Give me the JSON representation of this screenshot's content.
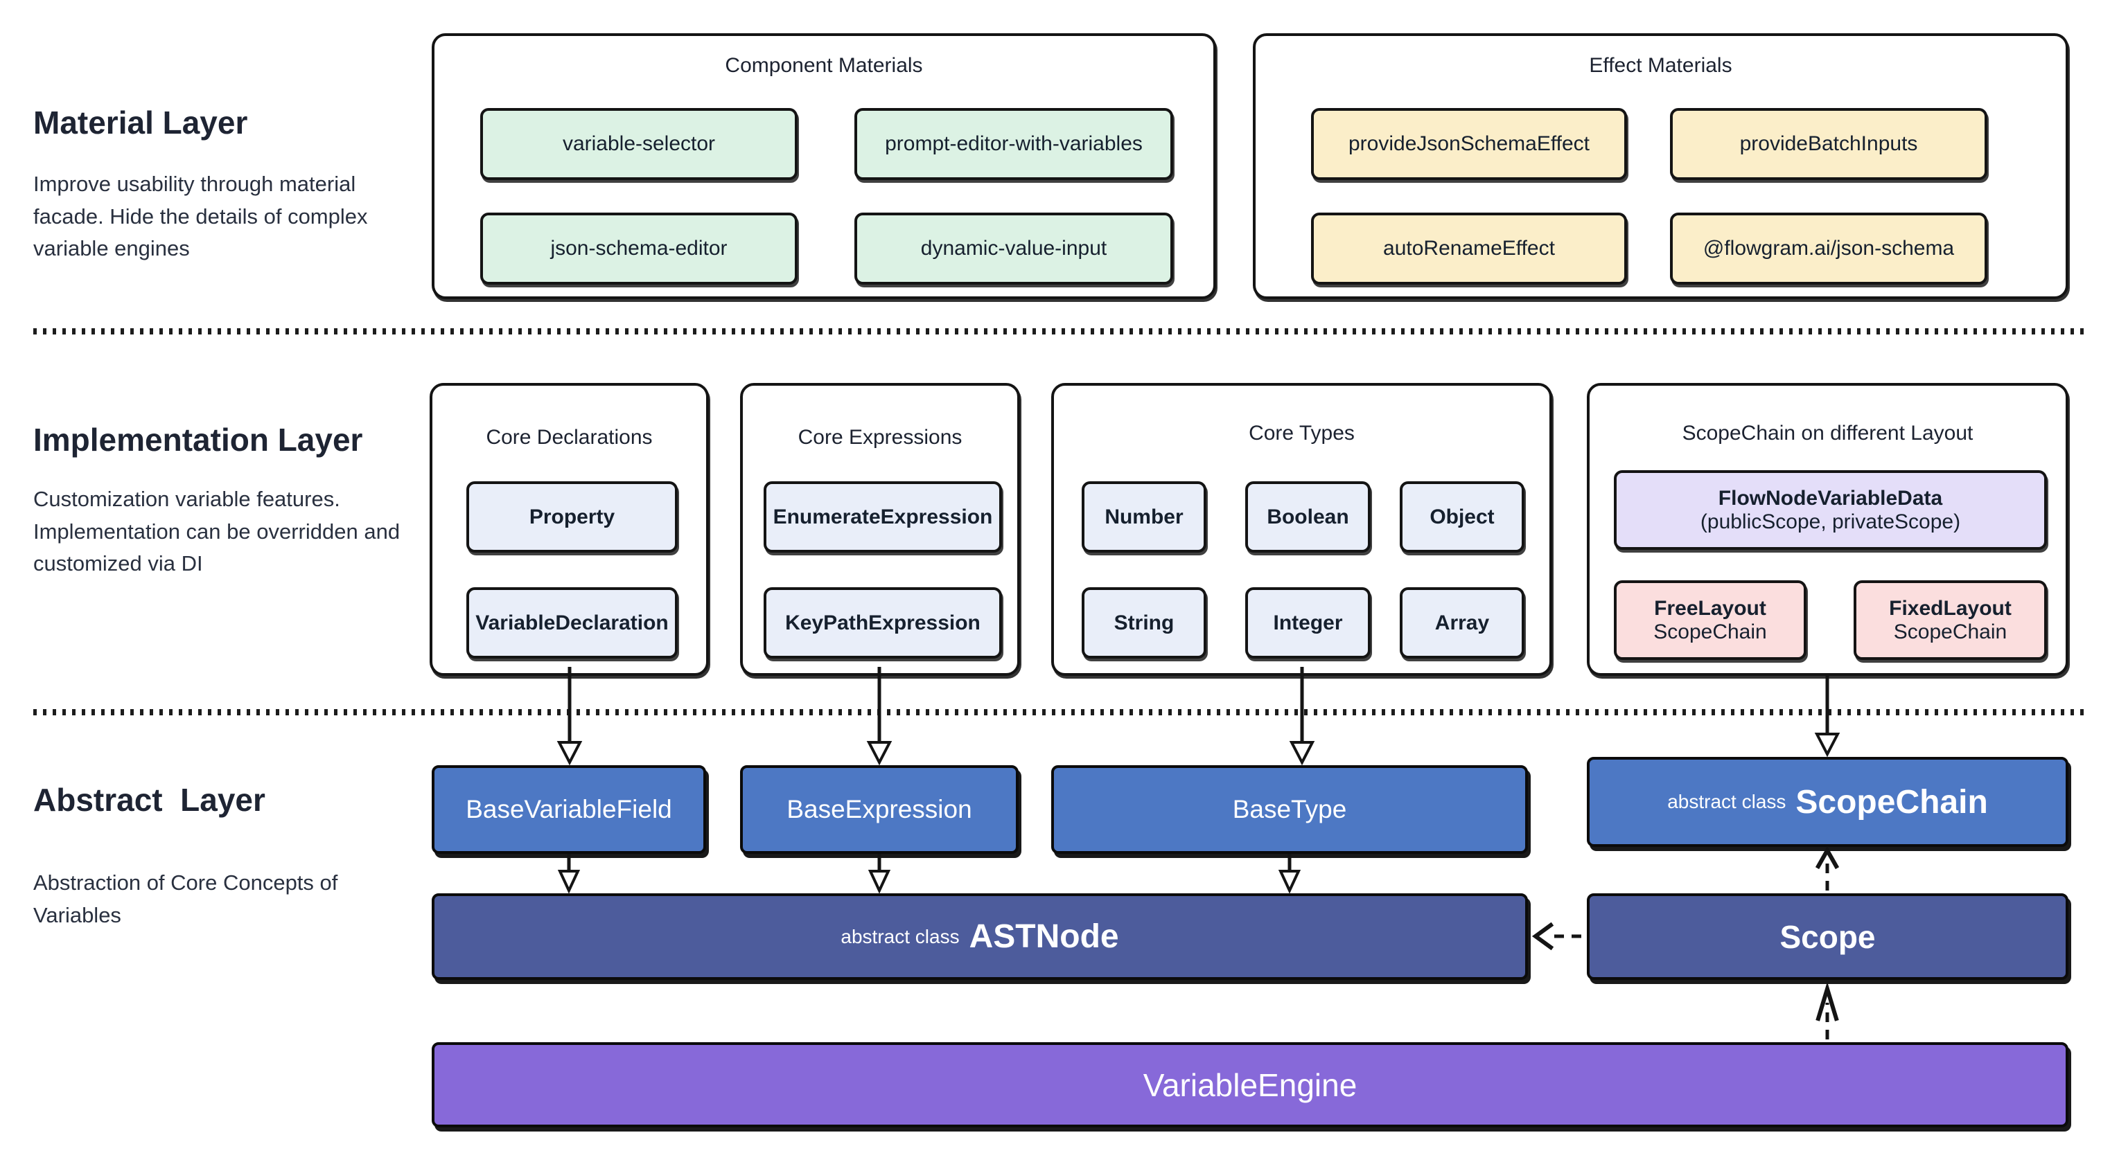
{
  "colors": {
    "mint": "#dcf2e4",
    "cream": "#fbeec9",
    "ice": "#e9eef9",
    "lavender": "#e4def9",
    "pink": "#fbdede",
    "blue": "#4d78c4",
    "slate": "#4d5c9c",
    "purple": "#8769d9",
    "ink": "#141414",
    "text": "#1d2433"
  },
  "material": {
    "title": "Material Layer",
    "description": "Improve usability through material facade. Hide the details of complex variable engines",
    "component_group": {
      "title": "Component Materials",
      "items": [
        "variable-selector",
        "prompt-editor-with-variables",
        "json-schema-editor",
        "dynamic-value-input"
      ]
    },
    "effect_group": {
      "title": "Effect Materials",
      "items": [
        "provideJsonSchemaEffect",
        "provideBatchInputs",
        "autoRenameEffect",
        "@flowgram.ai/json-schema"
      ]
    }
  },
  "implementation": {
    "title": "Implementation Layer",
    "description": "Customization variable features. Implementation can be overridden and customized via DI",
    "core_declarations": {
      "title": "Core Declarations",
      "items": [
        "Property",
        "VariableDeclaration"
      ]
    },
    "core_expressions": {
      "title": "Core Expressions",
      "items": [
        "EnumerateExpression",
        "KeyPathExpression"
      ]
    },
    "core_types": {
      "title": "Core Types",
      "items": [
        "Number",
        "Boolean",
        "Object",
        "String",
        "Integer",
        "Array"
      ]
    },
    "scope_layout": {
      "title": "ScopeChain on different Layout",
      "flow_node": {
        "name": "FlowNodeVariableData",
        "sub": "(publicScope, privateScope)"
      },
      "free_layout": {
        "name": "FreeLayout",
        "sub": "ScopeChain"
      },
      "fixed_layout": {
        "name": "FixedLayout",
        "sub": "ScopeChain"
      }
    }
  },
  "abstract": {
    "title": "Abstract  Layer",
    "description": "Abstraction of Core Concepts of Variables",
    "base_variable_field": "BaseVariableField",
    "base_expression": "BaseExpression",
    "base_type": "BaseType",
    "scope_chain": {
      "prefix": "abstract class",
      "name": "ScopeChain"
    },
    "ast_node": {
      "prefix": "abstract class",
      "name": "ASTNode"
    },
    "scope": "Scope",
    "variable_engine": "VariableEngine"
  }
}
